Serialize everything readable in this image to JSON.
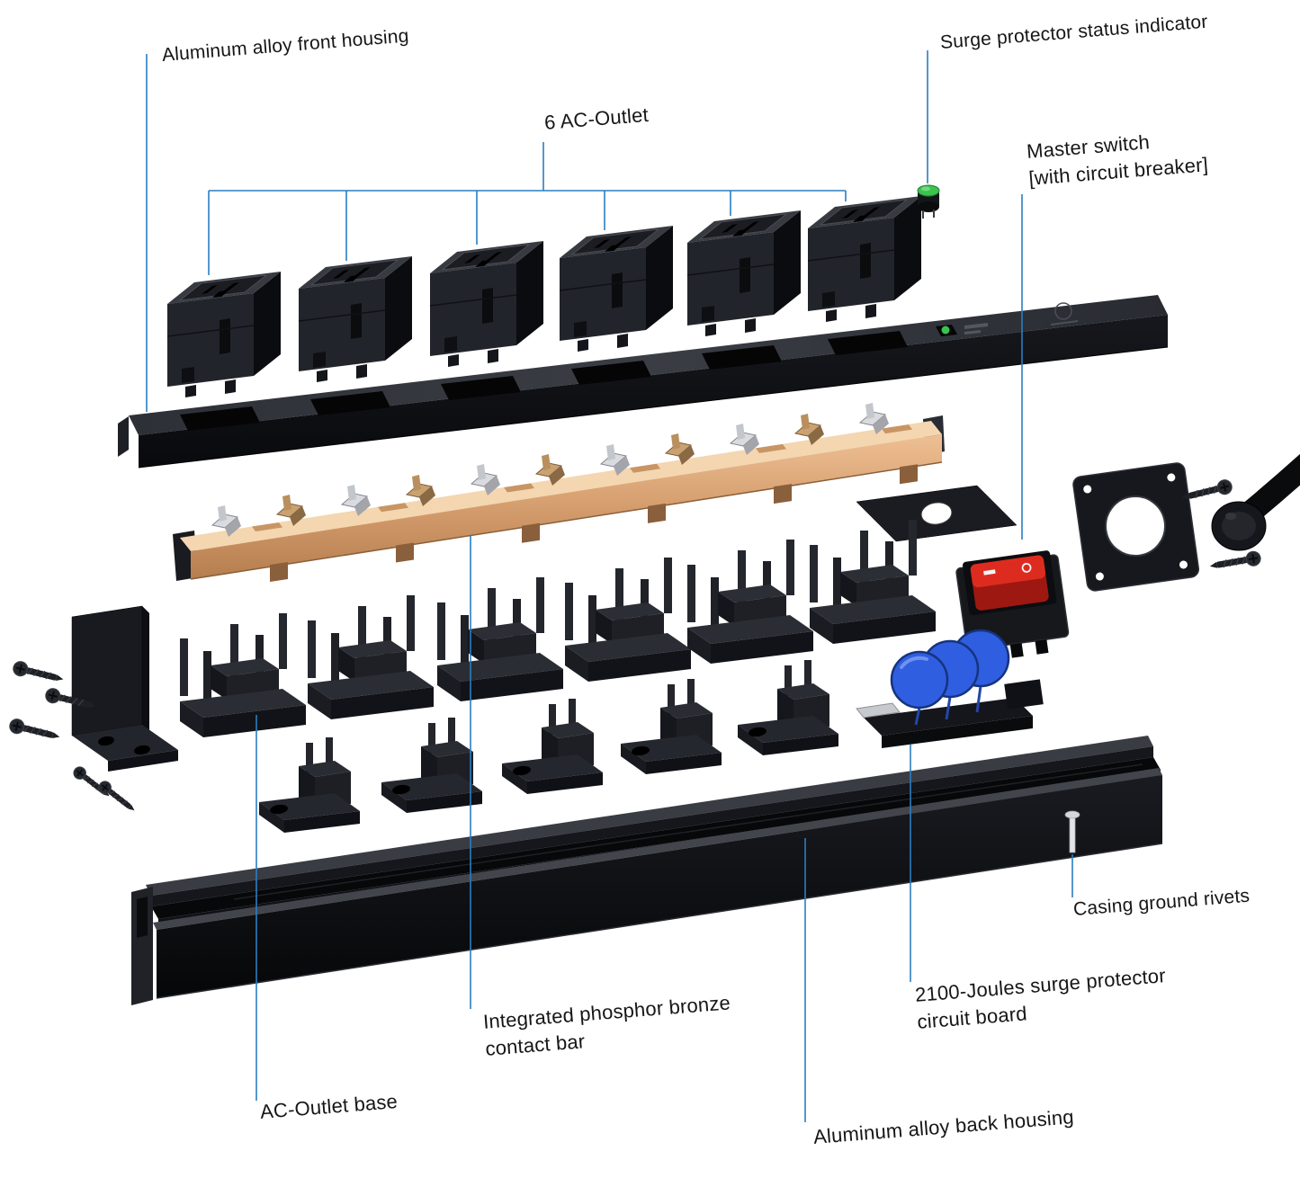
{
  "diagram": {
    "type": "exploded-product-diagram",
    "product": "6-outlet surge protector power strip (exploded view)",
    "labels": {
      "front_housing": "Aluminum alloy front housing",
      "ac_outlets": "6 AC-Outlet",
      "status_indicator": "Surge protector status indicator",
      "master_switch": [
        "Master switch",
        "[with circuit breaker]"
      ],
      "casing_rivets": "Casing ground rivets",
      "surge_board": [
        "2100-Joules surge protector",
        "circuit board"
      ],
      "back_housing": "Aluminum alloy back housing",
      "contact_bar": [
        "Integrated phosphor bronze",
        "contact bar"
      ],
      "outlet_base": "AC-Outlet base"
    },
    "components": [
      "front-housing-bar",
      "ac-outlet-module-x6",
      "status-indicator-led",
      "master-switch",
      "switch-mounting-plate",
      "phosphor-bronze-contact-bar",
      "outlet-base-upper-x6",
      "outlet-base-lower-x5",
      "left-mounting-bracket",
      "mounting-screws",
      "right-end-plate",
      "end-cap",
      "power-cord",
      "mov-disc-x3",
      "surge-circuit-board",
      "back-housing-channel",
      "ground-rivet",
      "brand-logo-mark",
      "protected-led-dot"
    ],
    "colors": {
      "callout_line": "#2a7ec2",
      "housing_black": "#17181d",
      "copper": "#d29a6a",
      "mov_blue": "#2f5ee0",
      "switch_red": "#dd2c1f",
      "led_green": "#3bc24f",
      "text": "#161616"
    }
  }
}
